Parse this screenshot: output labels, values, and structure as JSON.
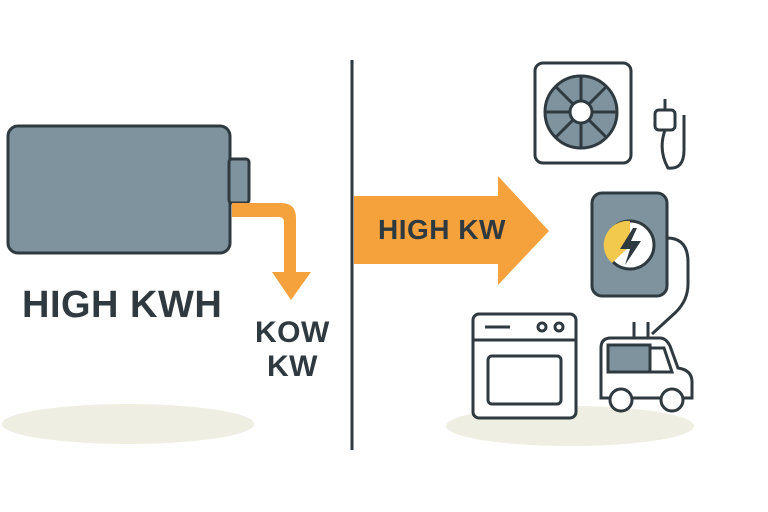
{
  "labels": {
    "battery": "HIGH KWH",
    "low_line1": "KOW",
    "low_line2": "KW",
    "high_arrow": "HIGH KW"
  },
  "icons": {
    "battery": "battery-icon",
    "fan": "exhaust-fan-icon",
    "plug": "plug-icon",
    "power_unit": "power-unit-icon",
    "lightning": "lightning-icon",
    "oven": "oven-icon",
    "vehicle": "electric-vehicle-icon"
  },
  "colors": {
    "stroke": "#2f3a40",
    "battery_fill": "#7f939e",
    "accent": "#f5a23c",
    "shadow": "#eeeee2",
    "divider": "#2f3a40",
    "bolt_yellow": "#f2c94c"
  }
}
